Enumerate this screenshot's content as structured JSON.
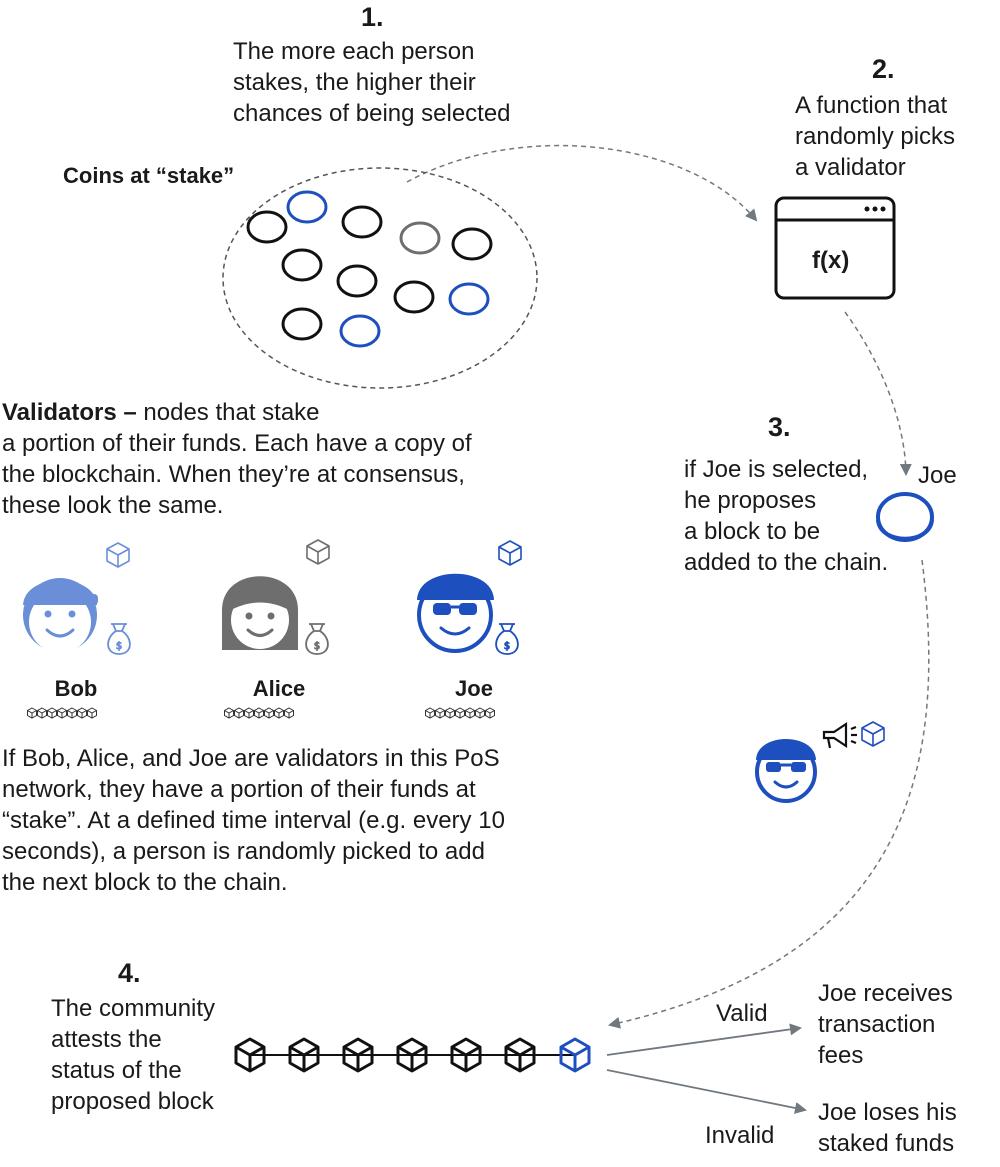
{
  "steps": [
    {
      "number": "1.",
      "text": "The more each person\nstakes, the higher their\nchances of being selected"
    },
    {
      "number": "2.",
      "text": "A function that\nrandomly picks\na validator"
    },
    {
      "number": "3.",
      "text": "if Joe is selected,\nhe proposes\na block to be\nadded to the chain."
    },
    {
      "number": "4.",
      "text": "The community\nattests the\nstatus of the\nproposed block"
    }
  ],
  "coins_label": "Coins at “stake”",
  "function_label": "f(x)",
  "validators": {
    "title": "Validators –",
    "description": " nodes that stake\na portion of their funds. Each have a copy of\nthe blockchain. When they’re at consensus,\nthese look the same.",
    "people": [
      {
        "name": "Bob",
        "icon": "cap-person-icon"
      },
      {
        "name": "Alice",
        "icon": "woman-icon"
      },
      {
        "name": "Joe",
        "icon": "sunglasses-person-icon"
      }
    ]
  },
  "selected_label": "Joe",
  "explanation": "If Bob, Alice, and Joe are validators in this PoS\nnetwork, they have a portion of their funds at\n“stake”. At a defined time interval (e.g. every 10\nseconds), a person is randomly picked to add\nthe next block to the chain.",
  "outcomes": {
    "valid_label": "Valid",
    "valid_result": "Joe receives\ntransaction\nfees",
    "invalid_label": "Invalid",
    "invalid_result": "Joe loses his\nstaked funds"
  },
  "colors": {
    "accent": "#1d4fbf",
    "gray": "#6e6e6e",
    "light_blue": "#6a8fd8",
    "arrow": "#707880"
  }
}
